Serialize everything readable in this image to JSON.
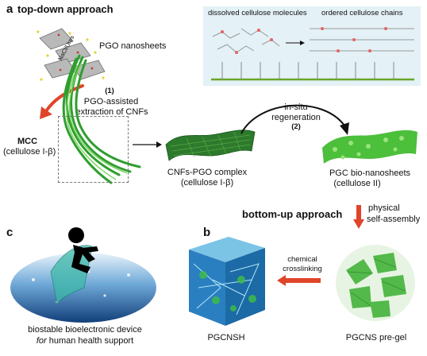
{
  "panel_a": {
    "letter": "a",
    "heading": "top-down approach",
    "pgo_nanosheets": "PGO nanosheets",
    "nacl_ures": "NaCl/Ures",
    "step1_num": "(1)",
    "step1_line1": "PGO-assisted",
    "step1_line2": "extraction of CNFs",
    "mcc": "MCC",
    "mcc_sub": "(cellulose I-β)",
    "complex": "CNFs-PGO complex",
    "complex_sub": "(cellulose I-β)",
    "regen_line1": "in-situ",
    "regen_line2": "regeneration",
    "step2_num": "(2)",
    "pgc": "PGC bio-nanosheets",
    "pgc_sub": "(cellulose II)",
    "dissolved": "dissolved cellulose molecules",
    "ordered": "ordered cellulose chains"
  },
  "bottom_up": {
    "heading": "bottom-up approach",
    "physical_line1": "physical",
    "physical_line2": "self-assembly"
  },
  "panel_b": {
    "letter": "b",
    "chem_line1": "chemical",
    "chem_line2": "crosslinking",
    "pgcnsh": "PGCNSH",
    "pregel": "PGCNS pre-gel"
  },
  "panel_c": {
    "letter": "c",
    "caption_line1": "biostable bioelectronic device",
    "caption_for": "for",
    "caption_rest": " human health support"
  },
  "colors": {
    "green_fiber": "#2f9e2f",
    "green_light": "#6ccf4a",
    "red_arrow": "#e0452a",
    "water_blue": "#1b5fa8",
    "cube_blue": "#2a7fc0",
    "inset_bg": "#e4f1f6"
  }
}
